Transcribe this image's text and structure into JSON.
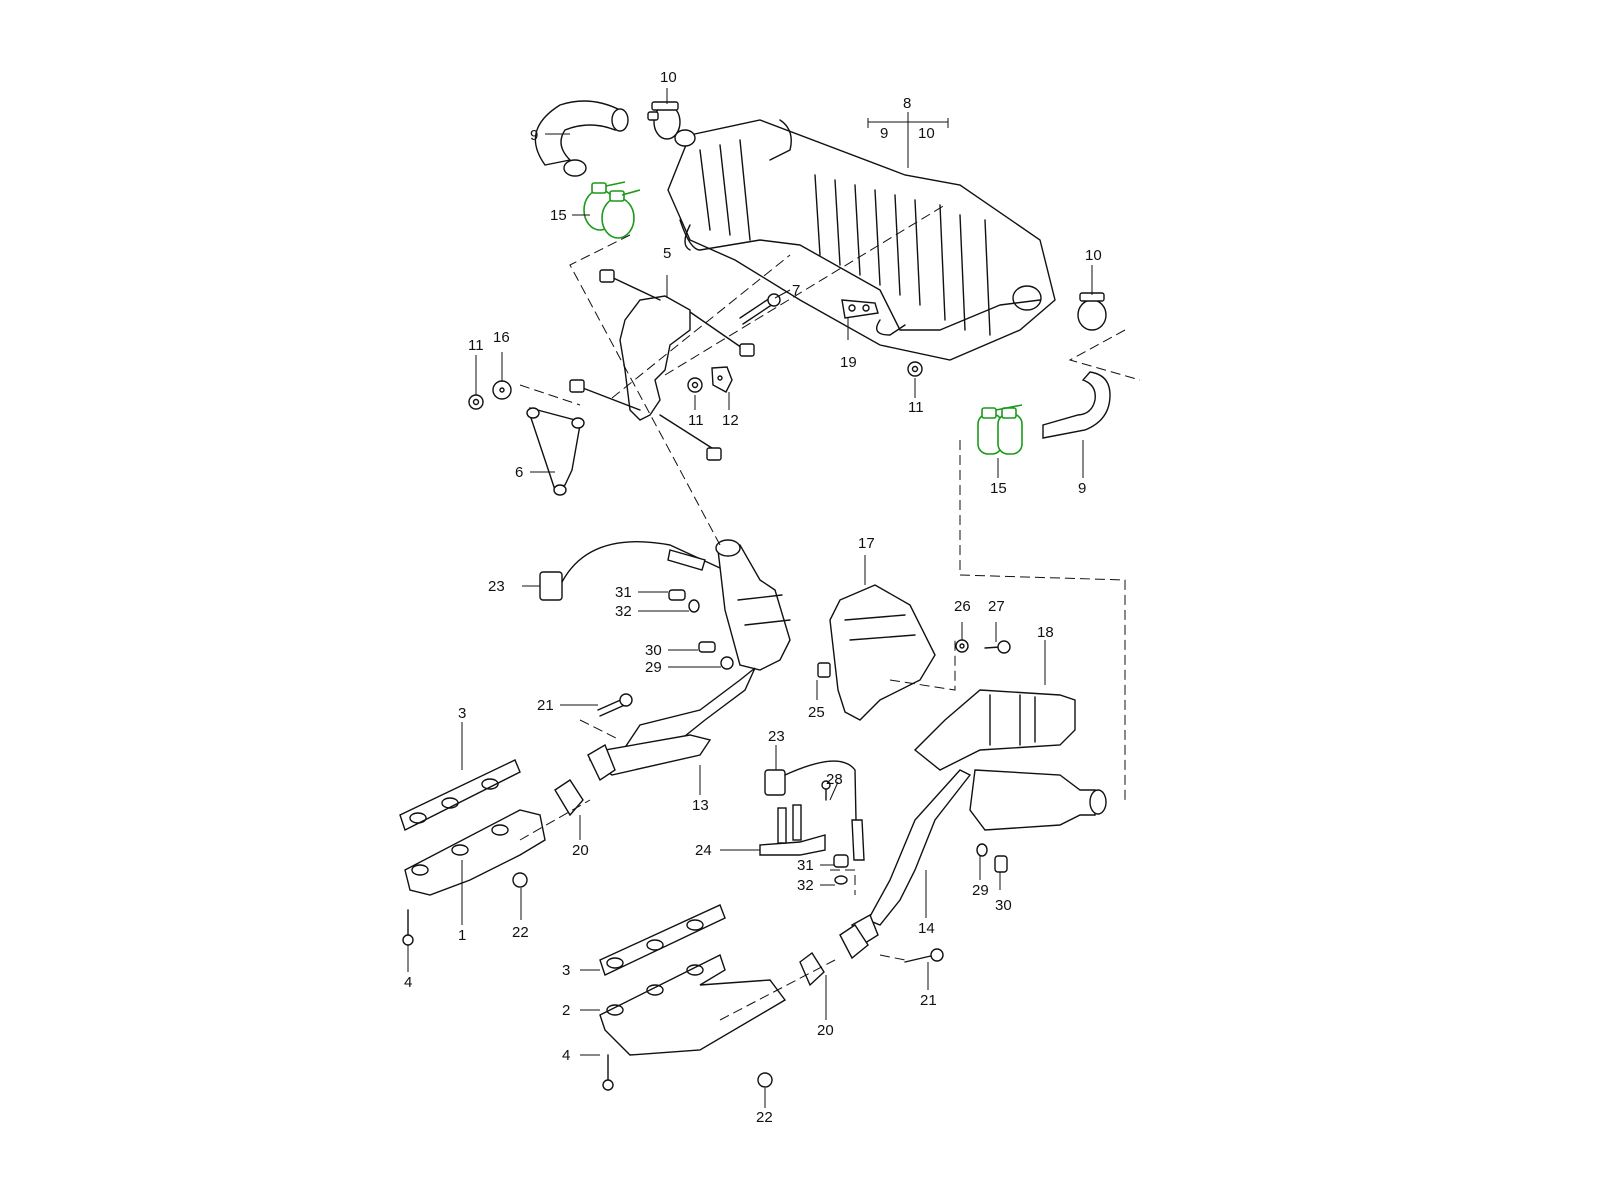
{
  "diagram": {
    "title": "Exhaust system parts diagram",
    "highlight_color": "#1a9a1a",
    "line_color": "#111111",
    "bracket_group": {
      "label": "8",
      "sub_labels": [
        "9",
        "10"
      ]
    },
    "callouts": [
      {
        "id": "c10a",
        "label": "10",
        "part": "hose-clamp",
        "highlighted": false
      },
      {
        "id": "c8",
        "label": "8",
        "part": "rear-silencer",
        "highlighted": false
      },
      {
        "id": "c9a",
        "label": "9",
        "part": "tail-pipe-left",
        "highlighted": false
      },
      {
        "id": "c15a",
        "label": "15",
        "part": "double-clamp-left",
        "highlighted": true
      },
      {
        "id": "c5",
        "label": "5",
        "part": "bracket",
        "highlighted": false
      },
      {
        "id": "c7",
        "label": "7",
        "part": "bolt",
        "highlighted": false
      },
      {
        "id": "c10b",
        "label": "10",
        "part": "hose-clamp-right",
        "highlighted": false
      },
      {
        "id": "c11a",
        "label": "11",
        "part": "nut-left",
        "highlighted": false
      },
      {
        "id": "c16",
        "label": "16",
        "part": "washer",
        "highlighted": false
      },
      {
        "id": "c11b",
        "label": "11",
        "part": "nut-center",
        "highlighted": false
      },
      {
        "id": "c12",
        "label": "12",
        "part": "plate",
        "highlighted": false
      },
      {
        "id": "c19",
        "label": "19",
        "part": "rubber-mount",
        "highlighted": false
      },
      {
        "id": "c11c",
        "label": "11",
        "part": "nut-right",
        "highlighted": false
      },
      {
        "id": "c6",
        "label": "6",
        "part": "support",
        "highlighted": false
      },
      {
        "id": "c15b",
        "label": "15",
        "part": "double-clamp-right",
        "highlighted": true
      },
      {
        "id": "c9b",
        "label": "9",
        "part": "tail-pipe-right",
        "highlighted": false
      },
      {
        "id": "c17",
        "label": "17",
        "part": "heat-shield-left",
        "highlighted": false
      },
      {
        "id": "c23a",
        "label": "23",
        "part": "oxygen-sensor-left",
        "highlighted": false
      },
      {
        "id": "c31a",
        "label": "31",
        "part": "plug-screw",
        "highlighted": false
      },
      {
        "id": "c32a",
        "label": "32",
        "part": "seal-ring",
        "highlighted": false
      },
      {
        "id": "c26",
        "label": "26",
        "part": "washer",
        "highlighted": false
      },
      {
        "id": "c27",
        "label": "27",
        "part": "screw",
        "highlighted": false
      },
      {
        "id": "c18",
        "label": "18",
        "part": "heat-shield-right",
        "highlighted": false
      },
      {
        "id": "c30a",
        "label": "30",
        "part": "screw",
        "highlighted": false
      },
      {
        "id": "c29a",
        "label": "29",
        "part": "seal-ring",
        "highlighted": false
      },
      {
        "id": "c21a",
        "label": "21",
        "part": "bolt",
        "highlighted": false
      },
      {
        "id": "c25",
        "label": "25",
        "part": "clip-nut",
        "highlighted": false
      },
      {
        "id": "c3a",
        "label": "3",
        "part": "gasket",
        "highlighted": false
      },
      {
        "id": "c23b",
        "label": "23",
        "part": "oxygen-sensor-right",
        "highlighted": false
      },
      {
        "id": "c28",
        "label": "28",
        "part": "screw",
        "highlighted": false
      },
      {
        "id": "c13",
        "label": "13",
        "part": "front-pipe-left",
        "highlighted": false
      },
      {
        "id": "c20a",
        "label": "20",
        "part": "gasket-flange",
        "highlighted": false
      },
      {
        "id": "c24",
        "label": "24",
        "part": "sensor-bracket",
        "highlighted": false
      },
      {
        "id": "c31b",
        "label": "31",
        "part": "plug-screw",
        "highlighted": false
      },
      {
        "id": "c32b",
        "label": "32",
        "part": "seal-ring",
        "highlighted": false
      },
      {
        "id": "c29b",
        "label": "29",
        "part": "seal-ring",
        "highlighted": false
      },
      {
        "id": "c30b",
        "label": "30",
        "part": "screw",
        "highlighted": false
      },
      {
        "id": "c1",
        "label": "1",
        "part": "exhaust-manifold-left",
        "highlighted": false
      },
      {
        "id": "c22a",
        "label": "22",
        "part": "nut",
        "highlighted": false
      },
      {
        "id": "c14",
        "label": "14",
        "part": "front-pipe-right",
        "highlighted": false
      },
      {
        "id": "c4a",
        "label": "4",
        "part": "stud-bolt",
        "highlighted": false
      },
      {
        "id": "c3b",
        "label": "3",
        "part": "gasket",
        "highlighted": false
      },
      {
        "id": "c20b",
        "label": "20",
        "part": "gasket-flange",
        "highlighted": false
      },
      {
        "id": "c21b",
        "label": "21",
        "part": "bolt",
        "highlighted": false
      },
      {
        "id": "c2",
        "label": "2",
        "part": "exhaust-manifold-right",
        "highlighted": false
      },
      {
        "id": "c4b",
        "label": "4",
        "part": "stud-bolt",
        "highlighted": false
      },
      {
        "id": "c22b",
        "label": "22",
        "part": "nut",
        "highlighted": false
      }
    ]
  }
}
